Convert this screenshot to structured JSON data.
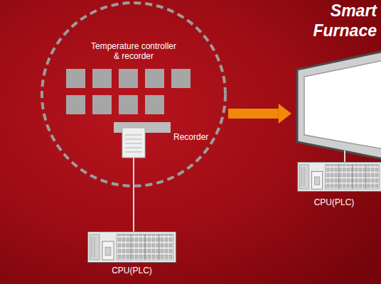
{
  "diagram": {
    "nodes": [
      {
        "text": [
          "Temperature controller & recorder"
        ]
      },
      {
        "text": [
          "Recorder"
        ],
        "in": 0
      },
      {
        "text": [
          "CPU(PLC)"
        ]
      },
      {
        "text": [
          "Smart Furnace"
        ]
      },
      {
        "text": [
          "CPU(PLC)"
        ]
      }
    ],
    "edges": [
      {
        "from": 1,
        "to": 2,
        "arrow": "none"
      },
      {
        "from": 0,
        "to": 3,
        "arrow": "to"
      },
      {
        "from": 3,
        "to": 4,
        "arrow": "none"
      }
    ]
  }
}
